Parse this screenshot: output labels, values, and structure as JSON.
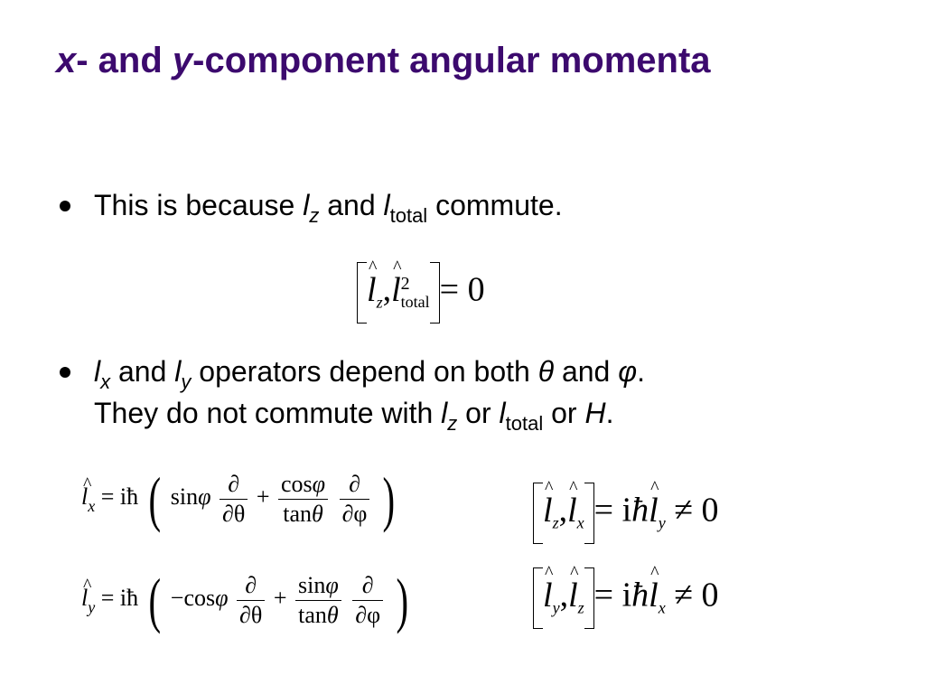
{
  "title": {
    "var_x": "x",
    "part1": "- and ",
    "var_y": "y",
    "part2": "-component angular momenta"
  },
  "bullet1": {
    "t1": "This is because ",
    "l": "l",
    "z": "z",
    "t2": " and ",
    "l2": "l",
    "total": "total",
    "t3": " commute."
  },
  "bullet2": {
    "l1": "l",
    "x": "x",
    "t1": " and ",
    "l2": "l",
    "y": "y",
    "t2": " operators depend on both ",
    "theta": "θ",
    "t3": " and ",
    "phi": "φ",
    "t4": ".",
    "t5": "They do not commute with ",
    "l3": "l",
    "z": "z",
    "t6": " or ",
    "l4": "l",
    "total": "total",
    "t7": " or ",
    "H": "H",
    "t8": "."
  },
  "eq1": {
    "l": "l",
    "z": "z",
    "comma": ",",
    "two": "2",
    "total": "total",
    "eq": "= 0"
  },
  "eq_lx": {
    "l": "l",
    "x": "x",
    "eq": "= i",
    "hbar": "ħ",
    "sinphi": "sin",
    "phi": "φ",
    "d": "∂",
    "dtheta": "∂θ",
    "plus": "+",
    "cosphi": "cos",
    "tan": "tan",
    "theta": "θ",
    "dphi": "∂φ"
  },
  "eq_ly": {
    "l": "l",
    "y": "y",
    "eq": "= i",
    "hbar": "ħ",
    "minus": "−",
    "cosphi": "cos",
    "phi": "φ",
    "d": "∂",
    "dtheta": "∂θ",
    "plus": "+",
    "sinphi": "sin",
    "tan": "tan",
    "theta": "θ",
    "dphi": "∂φ"
  },
  "comm_zx": {
    "l": "l",
    "z": "z",
    "x": "x",
    "y": "y",
    "comma": ",",
    "eq": "= i",
    "hbar": "ħ",
    "neq": "≠ 0"
  },
  "comm_yz": {
    "l": "l",
    "y": "y",
    "z": "z",
    "x": "x",
    "comma": ",",
    "eq": "= i",
    "hbar": "ħ",
    "neq": "≠ 0"
  }
}
